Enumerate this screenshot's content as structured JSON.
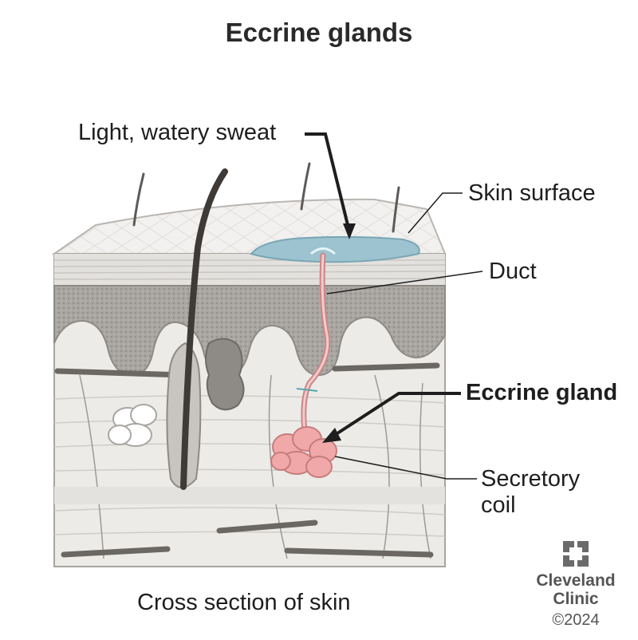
{
  "title": "Eccrine glands",
  "labels": {
    "sweat": "Light, watery sweat",
    "skin_surface": "Skin surface",
    "duct": "Duct",
    "eccrine_gland": "Eccrine gland",
    "secretory_line1": "Secretory",
    "secretory_line2": "coil",
    "caption": "Cross section of skin"
  },
  "brand": {
    "line1": "Cleveland",
    "line2": "Clinic",
    "copyright": "©2024",
    "logo_icon": "cleveland-clinic-cross-icon"
  },
  "colors": {
    "sweat": "#9cc3cf",
    "gland": "#f1a8a8",
    "skin": "#d9d7d3",
    "text": "#1e1e1e"
  }
}
